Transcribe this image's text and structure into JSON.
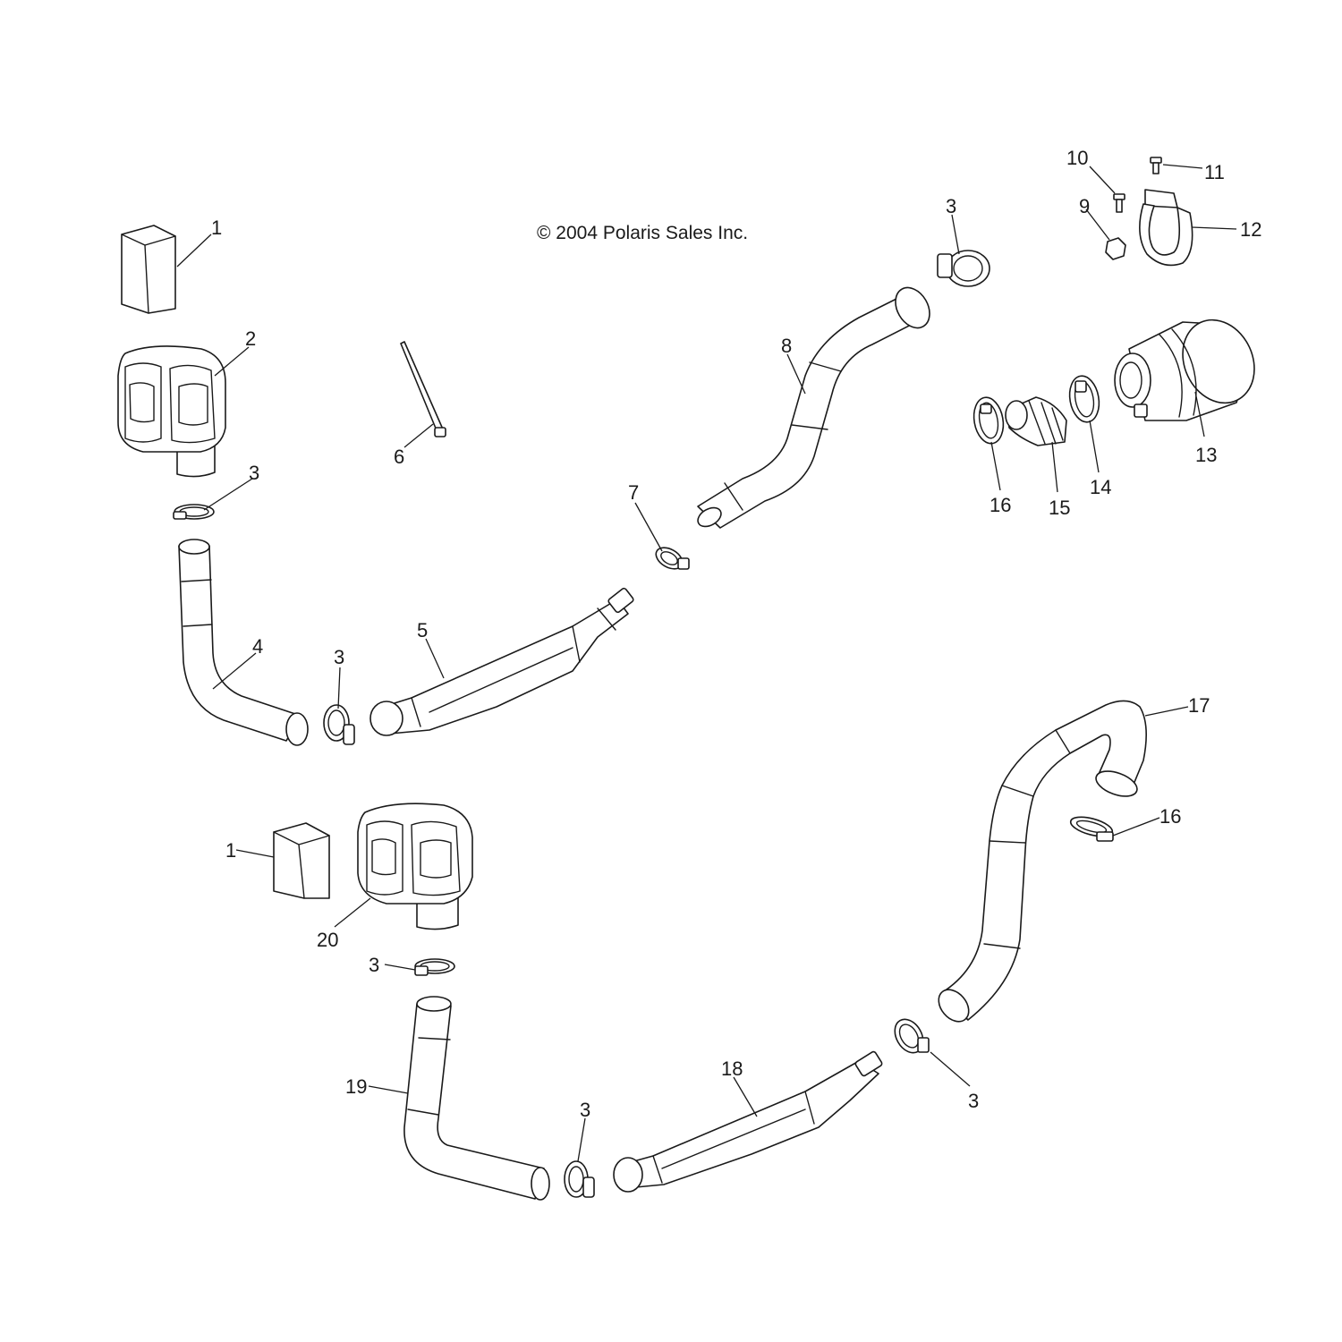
{
  "copyright": "© 2004 Polaris Sales Inc.",
  "callouts": {
    "c1a": "1",
    "c1b": "1",
    "c2": "2",
    "c3a": "3",
    "c3b": "3",
    "c3c": "3",
    "c3d": "3",
    "c3e": "3",
    "c3f": "3",
    "c4": "4",
    "c5": "5",
    "c6": "6",
    "c7": "7",
    "c8": "8",
    "c9": "9",
    "c10": "10",
    "c11": "11",
    "c12": "12",
    "c13": "13",
    "c14": "14",
    "c15": "15",
    "c16a": "16",
    "c16b": "16",
    "c17": "17",
    "c18": "18",
    "c19": "19",
    "c20": "20"
  }
}
